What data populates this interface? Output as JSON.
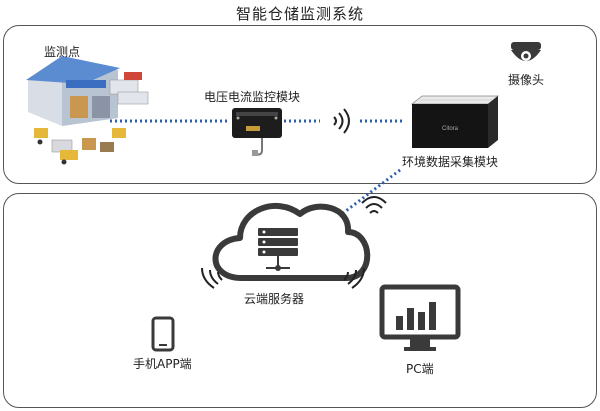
{
  "title": "智能仓储监测系统",
  "labels": {
    "monitor_point": "监测点",
    "voltage_module": "电压电流监控模块",
    "camera": "摄像头",
    "env_module": "环境数据采集模块",
    "cloud_server": "云端服务器",
    "phone_app": "手机APP端",
    "pc": "PC端"
  },
  "device_brand": "Citora",
  "colors": {
    "link_dotted": "#2a5fb0",
    "panel_border": "#555555",
    "icon_gray": "#3a3a3a"
  }
}
